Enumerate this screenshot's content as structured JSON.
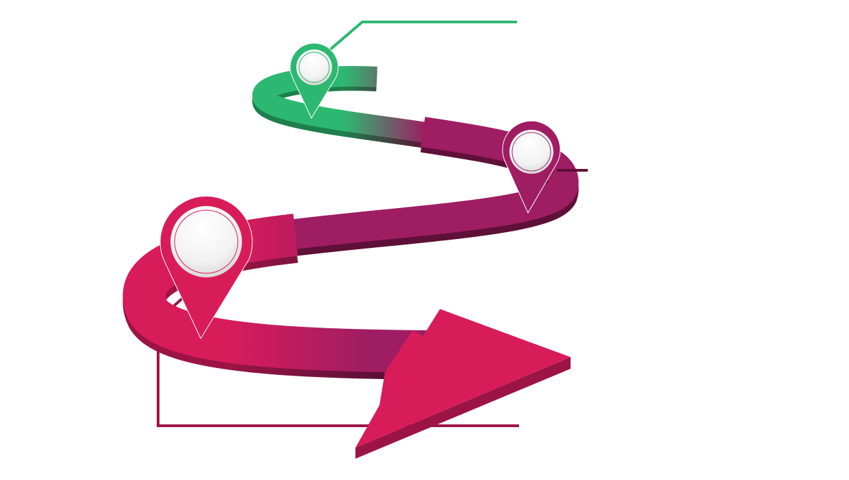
{
  "diagram": {
    "type": "winding-road-roadmap",
    "stages": [
      {
        "id": "stage-1",
        "color": "#2db871",
        "shadow": "#1e7f4c"
      },
      {
        "id": "stage-2",
        "color": "#9e1d63",
        "shadow": "#5e1038"
      },
      {
        "id": "stage-3",
        "color": "#d81c5a",
        "shadow": "#9c1445"
      }
    ],
    "colors": {
      "green": "#2db871",
      "purple": "#9e1d63",
      "pink": "#d81c5a",
      "background": "#ffffff"
    }
  }
}
